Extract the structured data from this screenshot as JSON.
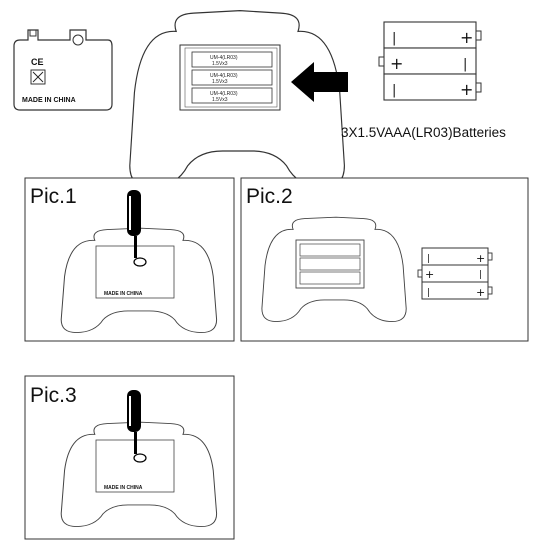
{
  "battery_spec": "3X1.5VAAA(LR03)Batteries",
  "cover_marks": {
    "ce": "CE",
    "made_in": "MADE IN CHINA"
  },
  "panels": [
    {
      "label": "Pic.1"
    },
    {
      "label": "Pic.2"
    },
    {
      "label": "Pic.3"
    }
  ],
  "compartment_text": {
    "cell_type": "UM-4(LR03)",
    "voltage": "1.5Vx3"
  },
  "battery_signs": {
    "plus": "+",
    "minus": "|"
  }
}
